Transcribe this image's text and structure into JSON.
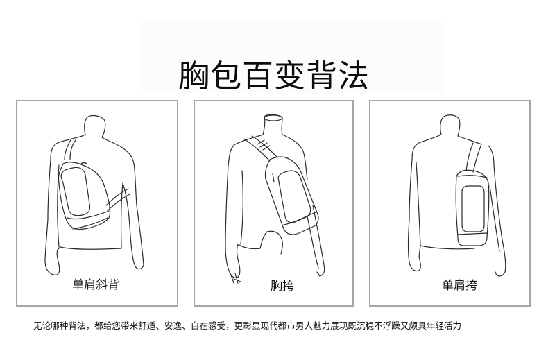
{
  "title": "胸包百变背法",
  "panels": [
    {
      "caption": "单肩斜背",
      "illustration": "mannequin-back-view-crossbody-sling-bag"
    },
    {
      "caption": "胸挎",
      "illustration": "mannequin-front-view-chest-bag"
    },
    {
      "caption": "单肩挎",
      "illustration": "mannequin-back-view-single-shoulder-bag"
    }
  ],
  "footer": "无论哪种背法，都给您带来舒适、安逸、自在感受，更彰显现代都市男人魅力展现既沉稳不浮躁又颇具年轻活力",
  "colors": {
    "background": "#ffffff",
    "panel_border": "#a6a6a6",
    "line_art": "#2a2a2a",
    "text": "#111111"
  }
}
